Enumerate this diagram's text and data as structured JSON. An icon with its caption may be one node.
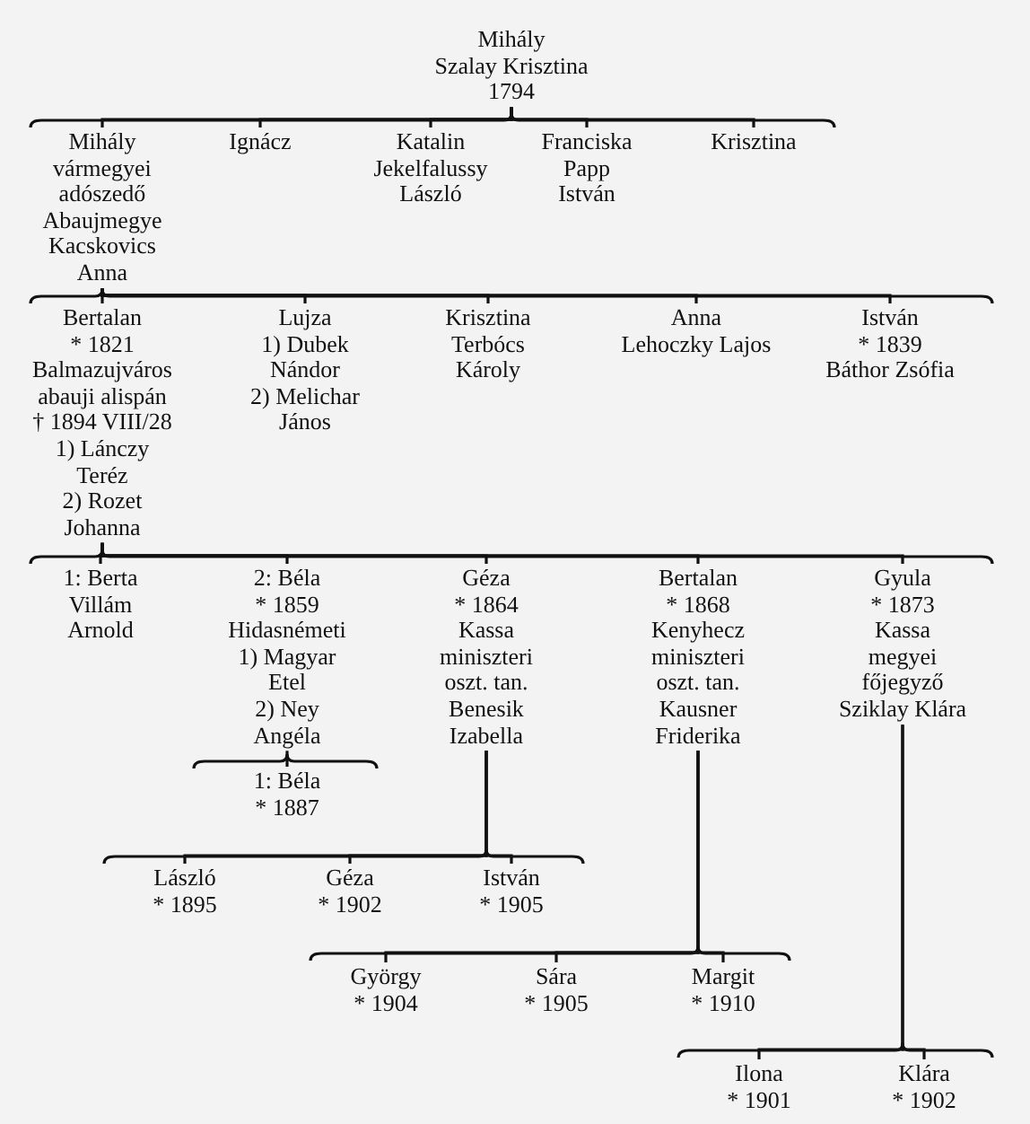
{
  "diagram": {
    "nodes": [
      {
        "text": [
          "Mihály",
          "Szalay Krisztina",
          "1794"
        ]
      },
      {
        "text": [
          "Mihály",
          "vármegyei",
          "adószedő",
          "Abaujmegye",
          "Kacskovics",
          "Anna"
        ]
      },
      {
        "text": [
          "Ignácz"
        ]
      },
      {
        "text": [
          "Katalin",
          "Jekelfalussy",
          "László"
        ]
      },
      {
        "text": [
          "Franciska",
          "Papp",
          "István"
        ]
      },
      {
        "text": [
          "Krisztina"
        ]
      },
      {
        "text": [
          "Bertalan",
          "* 1821",
          "Balmazujváros",
          "abauji alispán",
          "† 1894 VIII/28",
          "1) Lánczy",
          "Teréz",
          "2) Rozet",
          "Johanna"
        ]
      },
      {
        "text": [
          "Lujza",
          "1) Dubek",
          "Nándor",
          "2) Melichar",
          "János"
        ]
      },
      {
        "text": [
          "Krisztina",
          "Terbócs",
          "Károly"
        ]
      },
      {
        "text": [
          "Anna",
          "Lehoczky Lajos"
        ]
      },
      {
        "text": [
          "István",
          "* 1839",
          "Báthor Zsófia"
        ]
      },
      {
        "text": [
          "1: Berta",
          "Villám",
          "Arnold"
        ]
      },
      {
        "text": [
          "2: Béla",
          "* 1859",
          "Hidasnémeti",
          "1) Magyar",
          "Etel",
          "2) Ney",
          "Angéla"
        ]
      },
      {
        "text": [
          "Géza",
          "* 1864",
          "Kassa",
          "miniszteri",
          "oszt. tan.",
          "Benesik",
          "Izabella"
        ]
      },
      {
        "text": [
          "Bertalan",
          "* 1868",
          "Kenyhecz",
          "miniszteri",
          "oszt. tan.",
          "Kausner",
          "Friderika"
        ]
      },
      {
        "text": [
          "Gyula",
          "* 1873",
          "Kassa",
          "megyei",
          "főjegyző",
          "Sziklay Klára"
        ]
      },
      {
        "text": [
          "1: Béla",
          "* 1887"
        ]
      },
      {
        "text": [
          "László",
          "* 1895"
        ]
      },
      {
        "text": [
          "Géza",
          "* 1902"
        ]
      },
      {
        "text": [
          "István",
          "* 1905"
        ]
      },
      {
        "text": [
          "György",
          "* 1904"
        ]
      },
      {
        "text": [
          "Sára",
          "* 1905"
        ]
      },
      {
        "text": [
          "Margit",
          "* 1910"
        ]
      },
      {
        "text": [
          "Ilona",
          "* 1901"
        ]
      },
      {
        "text": [
          "Klára",
          "* 1902"
        ]
      }
    ],
    "edges": [
      {
        "from": 0,
        "to": 1,
        "arrow": "none"
      },
      {
        "from": 0,
        "to": 2,
        "arrow": "none"
      },
      {
        "from": 0,
        "to": 3,
        "arrow": "none"
      },
      {
        "from": 0,
        "to": 4,
        "arrow": "none"
      },
      {
        "from": 0,
        "to": 5,
        "arrow": "none"
      },
      {
        "from": 1,
        "to": 6,
        "arrow": "none"
      },
      {
        "from": 1,
        "to": 7,
        "arrow": "none"
      },
      {
        "from": 1,
        "to": 8,
        "arrow": "none"
      },
      {
        "from": 1,
        "to": 9,
        "arrow": "none"
      },
      {
        "from": 1,
        "to": 10,
        "arrow": "none"
      },
      {
        "from": 6,
        "to": 11,
        "arrow": "none"
      },
      {
        "from": 6,
        "to": 12,
        "arrow": "none"
      },
      {
        "from": 6,
        "to": 13,
        "arrow": "none"
      },
      {
        "from": 6,
        "to": 14,
        "arrow": "none"
      },
      {
        "from": 6,
        "to": 15,
        "arrow": "none"
      },
      {
        "from": 12,
        "to": 16,
        "arrow": "none"
      },
      {
        "from": 13,
        "to": 17,
        "arrow": "none"
      },
      {
        "from": 13,
        "to": 18,
        "arrow": "none"
      },
      {
        "from": 13,
        "to": 19,
        "arrow": "none"
      },
      {
        "from": 14,
        "to": 20,
        "arrow": "none"
      },
      {
        "from": 14,
        "to": 21,
        "arrow": "none"
      },
      {
        "from": 14,
        "to": 22,
        "arrow": "none"
      },
      {
        "from": 15,
        "to": 23,
        "arrow": "none"
      },
      {
        "from": 15,
        "to": 24,
        "arrow": "none"
      }
    ]
  }
}
